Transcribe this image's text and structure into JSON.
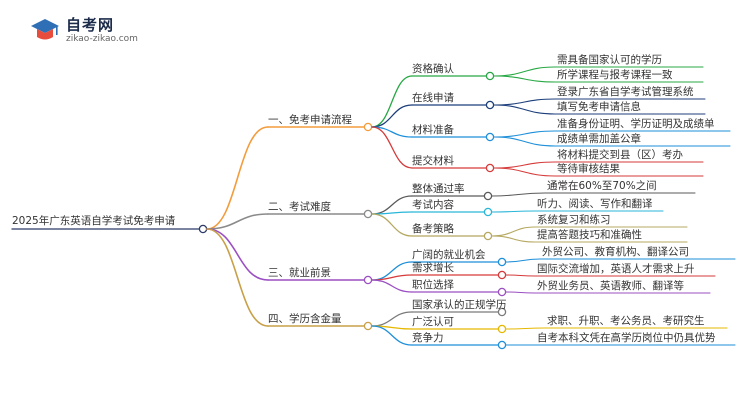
{
  "site": {
    "name": "自考网",
    "url": "zikao-zikao.com",
    "logo_icon": "graduation-cap-icon",
    "logo_colors": [
      "#e84c3d",
      "#2e6fb5"
    ]
  },
  "mindmap": {
    "root": "2025年广东英语自学考试免考申请",
    "branches": [
      {
        "label": "一、免考申请流程",
        "color": "#f39c3c",
        "children": [
          {
            "label": "资格确认",
            "color": "#27a844",
            "leaves": [
              "需具备国家认可的学历",
              "所学课程与报考课程一致"
            ]
          },
          {
            "label": "在线申请",
            "color": "#1c3e7a",
            "leaves": [
              "登录广东省自学考试管理系统",
              "填写免考申请信息"
            ]
          },
          {
            "label": "材料准备",
            "color": "#1e8fd9",
            "leaves": [
              "准备身份证明、学历证明及成绩单",
              "成绩单需加盖公章"
            ]
          },
          {
            "label": "提交材料",
            "color": "#d63a3a",
            "leaves": [
              "将材料提交到县（区）考办",
              "等待审核结果"
            ]
          }
        ]
      },
      {
        "label": "二、考试难度",
        "color": "#8a8a8a",
        "children": [
          {
            "label": "整体通过率",
            "color": "#5a5a5a",
            "leaves": [
              "通常在60%至70%之间"
            ]
          },
          {
            "label": "考试内容",
            "color": "#29b6d8",
            "leaves": [
              "听力、阅读、写作和翻译"
            ]
          },
          {
            "label": "备考策略",
            "color": "#b5a860",
            "leaves": [
              "系统复习和练习",
              "提高答题技巧和准确性"
            ]
          }
        ]
      },
      {
        "label": "三、就业前景",
        "color": "#9b4fc2",
        "children": [
          {
            "label": "广阔的就业机会",
            "color": "#1e8fd9",
            "leaves": [
              "外贸公司、教育机构、翻译公司"
            ]
          },
          {
            "label": "需求增长",
            "color": "#d63a3a",
            "leaves": [
              "国际交流增加，英语人才需求上升"
            ]
          },
          {
            "label": "职位选择",
            "color": "#9b4fc2",
            "leaves": [
              "外贸业务员、英语教师、翻译等"
            ]
          }
        ]
      },
      {
        "label": "四、学历含金量",
        "color": "#c8a048",
        "children": [
          {
            "label": "国家承认的正规学历",
            "color": "#7a7a7a",
            "leaves": []
          },
          {
            "label": "广泛认可",
            "color": "#e6b800",
            "leaves": [
              "求职、升职、考公务员、考研究生"
            ]
          },
          {
            "label": "竞争力",
            "color": "#1e8fd9",
            "leaves": [
              "自考本科文凭在高学历岗位中仍具优势"
            ]
          }
        ]
      }
    ]
  }
}
